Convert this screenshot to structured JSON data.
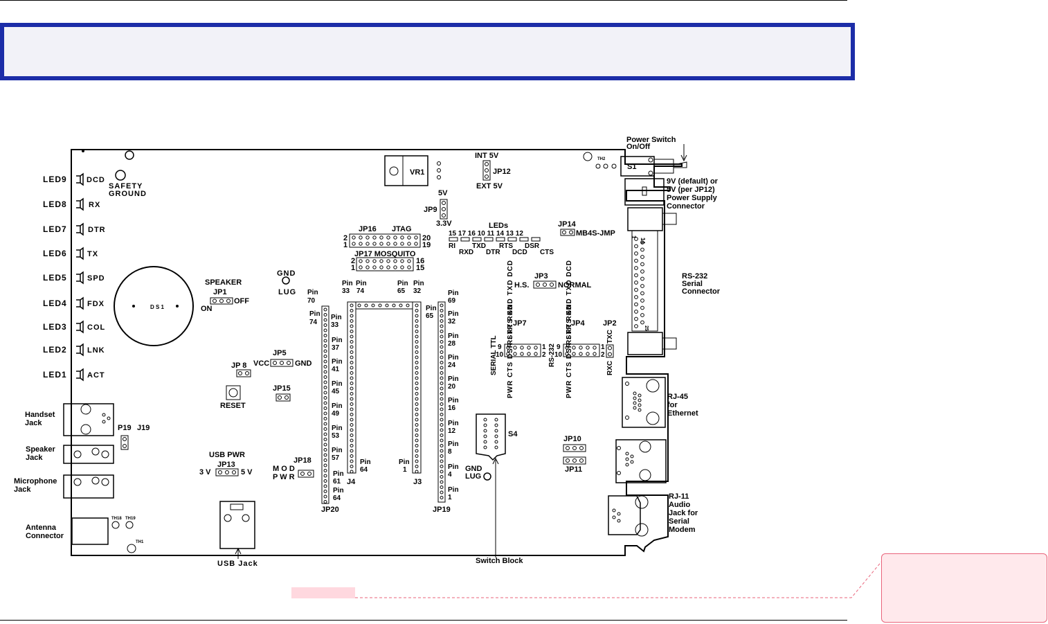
{
  "header": {
    "title": ""
  },
  "comment": {
    "text": ""
  },
  "leds": [
    {
      "id": "LED9",
      "signal": "DCD"
    },
    {
      "id": "LED8",
      "signal": "RX"
    },
    {
      "id": "LED7",
      "signal": "DTR"
    },
    {
      "id": "LED6",
      "signal": "TX"
    },
    {
      "id": "LED5",
      "signal": "SPD"
    },
    {
      "id": "LED4",
      "signal": "FDX"
    },
    {
      "id": "LED3",
      "signal": "COL"
    },
    {
      "id": "LED2",
      "signal": "LNK"
    },
    {
      "id": "LED1",
      "signal": "ACT"
    }
  ],
  "labels": {
    "safety_ground_1": "SAFETY",
    "safety_ground_2": "GROUND",
    "vr1": "VR1",
    "int5v": "INT 5V",
    "jp12": "JP12",
    "ext5v": "EXT 5V",
    "jp9_5v": "5V",
    "jp9": "JP9",
    "jp9_33v": "3.3V",
    "jp16": "JP16",
    "jtag": "JTAG",
    "jp17": "JP17 MOSQUITO",
    "n2": "2",
    "n1": "1",
    "n20": "20",
    "n19": "19",
    "n16": "16",
    "n15": "15",
    "leds": "LEDs",
    "led_nums": "15  17  16  10  11  14  13  12",
    "led_ri": "RI",
    "led_rxd": "RXD",
    "led_txd": "TXD",
    "led_dtr": "DTR",
    "led_rts": "RTS",
    "led_dcd": "DCD",
    "led_dsr": "DSR",
    "led_cts": "CTS",
    "jp14": "JP14",
    "mb4s": "MB4S-JMP",
    "power_switch_1": "Power Switch",
    "power_switch_2": "On/Off",
    "s1": "S1",
    "th2": "TH2",
    "psu_1": "9V (default) or",
    "psu_2": "5V (per JP12)",
    "psu_3": "Power Supply",
    "psu_4": "Connector",
    "rs232_1": "RS-232",
    "rs232_2": "Serial",
    "rs232_3": "Connector",
    "rs232_14": "14",
    "rs232_1n": "1",
    "rs232_25": "25",
    "gnd_lug_1": "GND",
    "gnd_lug_2": "LUG",
    "speaker": "SPEAKER",
    "jp1": "JP1",
    "off": "OFF",
    "on": "ON",
    "ds1": "D S 1",
    "jp3": "JP3",
    "hs": "H.S.",
    "normal": "NORMAL",
    "jp7": "JP7",
    "jp4": "JP4",
    "jp2": "JP2",
    "serial_ttl": "SERIAL TTL",
    "rs232_v": "RS-232",
    "jp_top_sig": "RI RTS GND TXD DCD",
    "jp_bot_sig": "PWR CTS DSR STR RXD",
    "jp2_txc": "TXC",
    "jp2_rxc": "RXC",
    "n9": "9",
    "n10": "10",
    "n1b": "1",
    "n2b": "2",
    "jp5": "JP5",
    "vcc": "VCC",
    "gnd": "GND",
    "jp8": "JP 8",
    "jp15": "JP15",
    "reset": "RESET",
    "handset_1": "Handset",
    "handset_2": "Jack",
    "speaker_jack_1": "Speaker",
    "speaker_jack_2": "Jack",
    "mic_1": "Microphone",
    "mic_2": "Jack",
    "p19": "P19",
    "j19": "J19",
    "antenna_1": "Antenna",
    "antenna_2": "Connector",
    "th18": "TH18",
    "th19": "TH19",
    "th1": "TH1",
    "usb_pwr": "USB PWR",
    "jp13": "JP13",
    "v3": "3 V",
    "v5": "5 V",
    "usb_jack": "USB Jack",
    "jp18": "JP18",
    "mod": "M O D",
    "pwr": "P W R",
    "jp20": "JP20",
    "j4": "J4",
    "j3": "J3",
    "jp19": "JP19",
    "s4": "S4",
    "switch_block": "Switch Block",
    "jp10": "JP10",
    "jp11": "JP11",
    "rj45_1": "RJ-45",
    "rj45_2": "for",
    "rj45_3": "Ethernet",
    "rj11_1": "RJ-11",
    "rj11_2": "Audio",
    "rj11_3": "Jack for",
    "rj11_4": "Serial",
    "rj11_5": "Modem",
    "pin": "Pin",
    "p70": "70",
    "p74": "74",
    "p33": "33",
    "p37": "37",
    "p41": "41",
    "p45": "45",
    "p49": "49",
    "p53": "53",
    "p57": "57",
    "p61": "61",
    "p64": "64",
    "p65": "65",
    "p32": "32",
    "p69": "69",
    "p28": "28",
    "p24": "24",
    "p20": "20",
    "p16": "16",
    "p12": "12",
    "p8": "8",
    "p4": "4",
    "p1": "1"
  }
}
